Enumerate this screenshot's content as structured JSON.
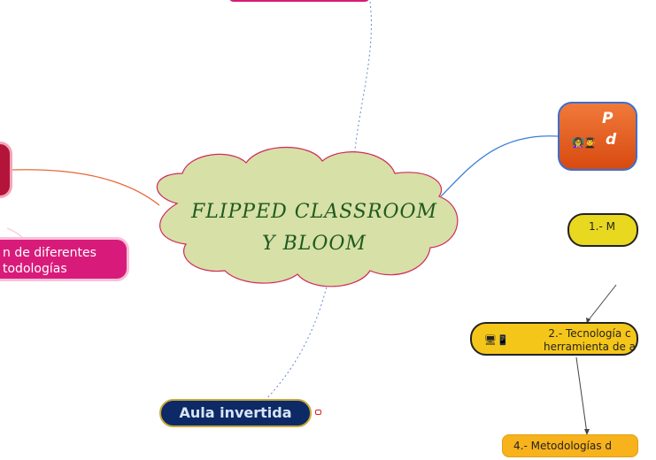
{
  "center": {
    "line1": "FLIPPED CLASSROOM",
    "line2": "Y BLOOM"
  },
  "left_pink": {
    "line1": "n de diferentes",
    "line2": "todologías"
  },
  "aula": {
    "label": "Aula invertida"
  },
  "orange": {
    "line1": "P",
    "line2": "d",
    "icon": "people-icon"
  },
  "node_1": {
    "label": "1.- M"
  },
  "node_2": {
    "line1": "2.- Tecnología c",
    "line2": "herramienta de a",
    "icon": "computer-icon"
  },
  "node_4": {
    "label": "4.- Metodologías d"
  },
  "colors": {
    "cloud_fill": "#d7e0a6",
    "cloud_border": "#d12a5c",
    "center_text": "#1f5a1f",
    "aula_fill": "#0d2a66",
    "left_pink": "#d81b7a",
    "left_red": "#b4143a",
    "orange": "#e65e20",
    "yellow": "#e8d81f",
    "gold": "#f5c61a"
  }
}
